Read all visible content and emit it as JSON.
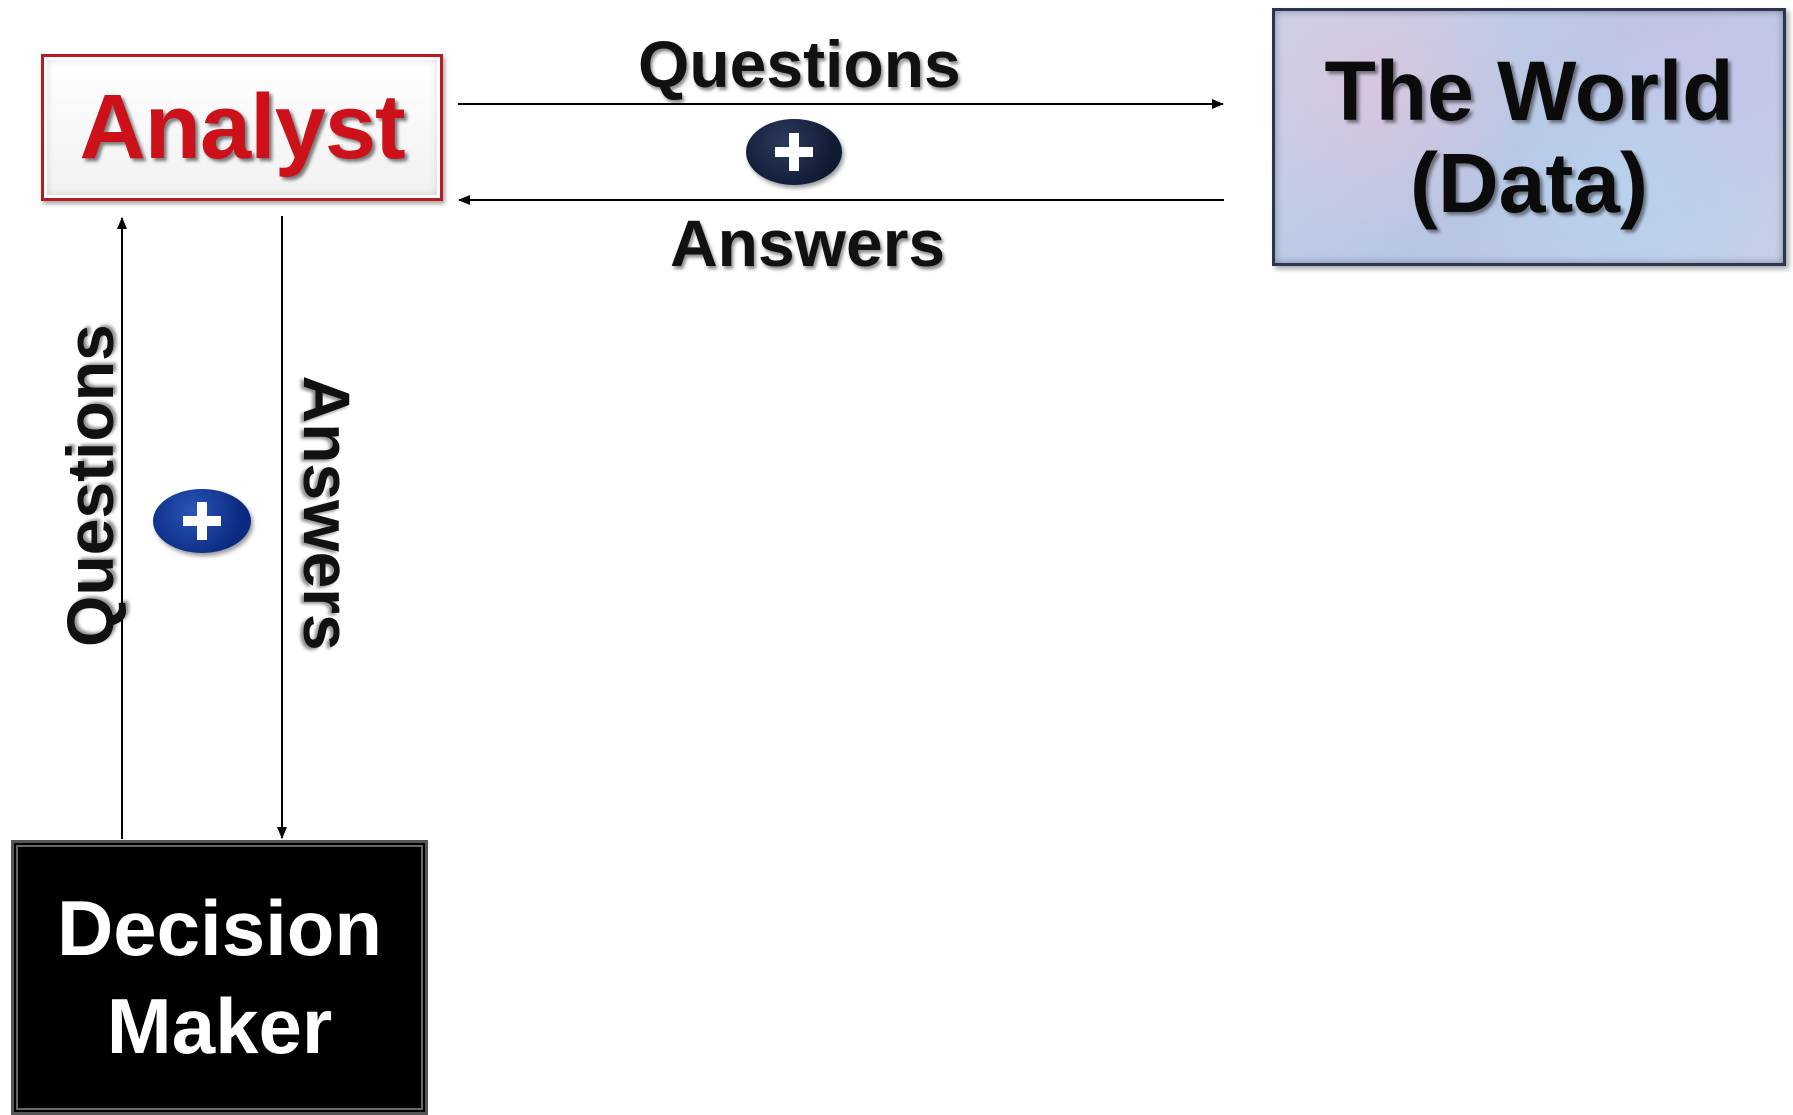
{
  "nodes": {
    "analyst": "Analyst",
    "world_line1": "The World",
    "world_line2": "(Data)",
    "decision_line1": "Decision",
    "decision_line2": "Maker"
  },
  "labels": {
    "top_questions": "Questions",
    "top_answers": "Answers",
    "left_questions": "Questions",
    "right_answers": "Answers"
  },
  "colors": {
    "analyst_text": "#cc111a",
    "analyst_border": "#b81c22",
    "decision_bg": "#000000",
    "world_bg": "#c0cce8"
  },
  "icons": [
    "plus-icon",
    "plus-icon"
  ]
}
